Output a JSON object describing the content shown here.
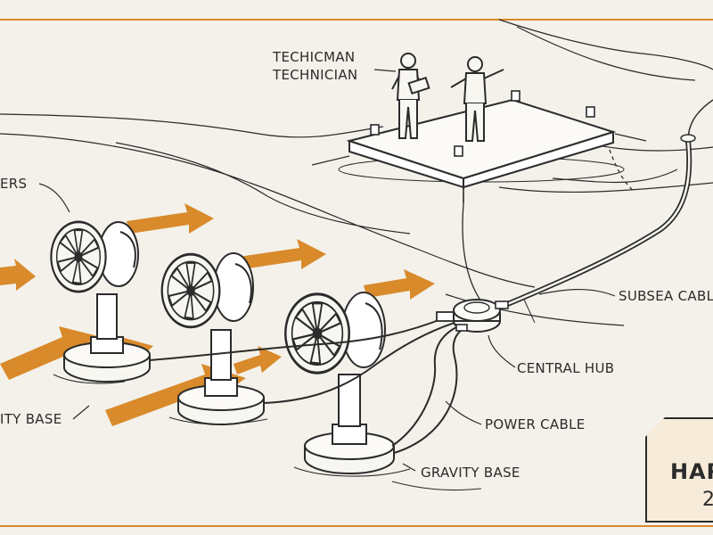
{
  "labels": {
    "technician_line1": "TECHICMAN",
    "technician_line2": "TECHNICIAN",
    "turbines_fragment": "ERS",
    "gravity_base_left": "ITY BASE",
    "subsea_cable": "SUBSEA CABLE",
    "central_hub": "CENTRAL HUB",
    "power_cable": "POWER CABLE",
    "gravity_base": "GRAVITY BASE"
  },
  "badge": {
    "title": "HAR",
    "subtitle": "2"
  },
  "colors": {
    "background": "#f3f1ea",
    "ink": "#2b2b2b",
    "current_arrow": "#d98a2b",
    "badge_fill": "#f7ecd9"
  }
}
